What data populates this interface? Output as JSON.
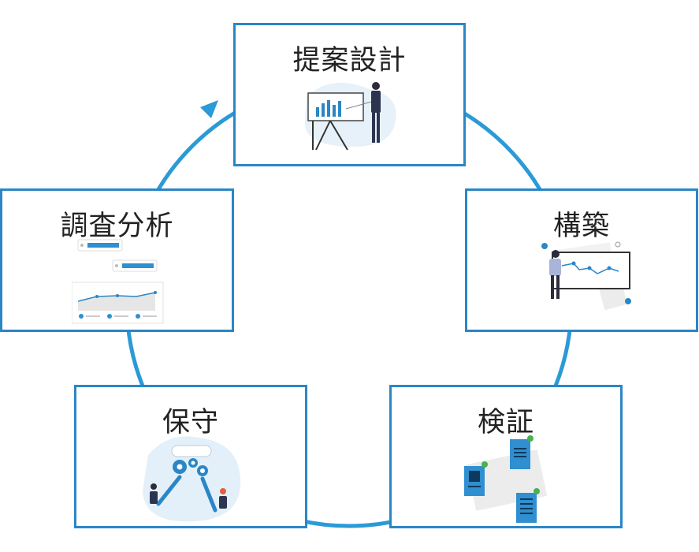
{
  "diagram": {
    "steps": [
      {
        "id": "proposal",
        "label": "提案設計"
      },
      {
        "id": "build",
        "label": "構築"
      },
      {
        "id": "verify",
        "label": "検証"
      },
      {
        "id": "maintain",
        "label": "保守"
      },
      {
        "id": "research",
        "label": "調査分析"
      }
    ],
    "colors": {
      "ring": "#2b9ad6",
      "border": "#2b86c6",
      "accent": "#2f8fd0",
      "text": "#222222"
    }
  }
}
